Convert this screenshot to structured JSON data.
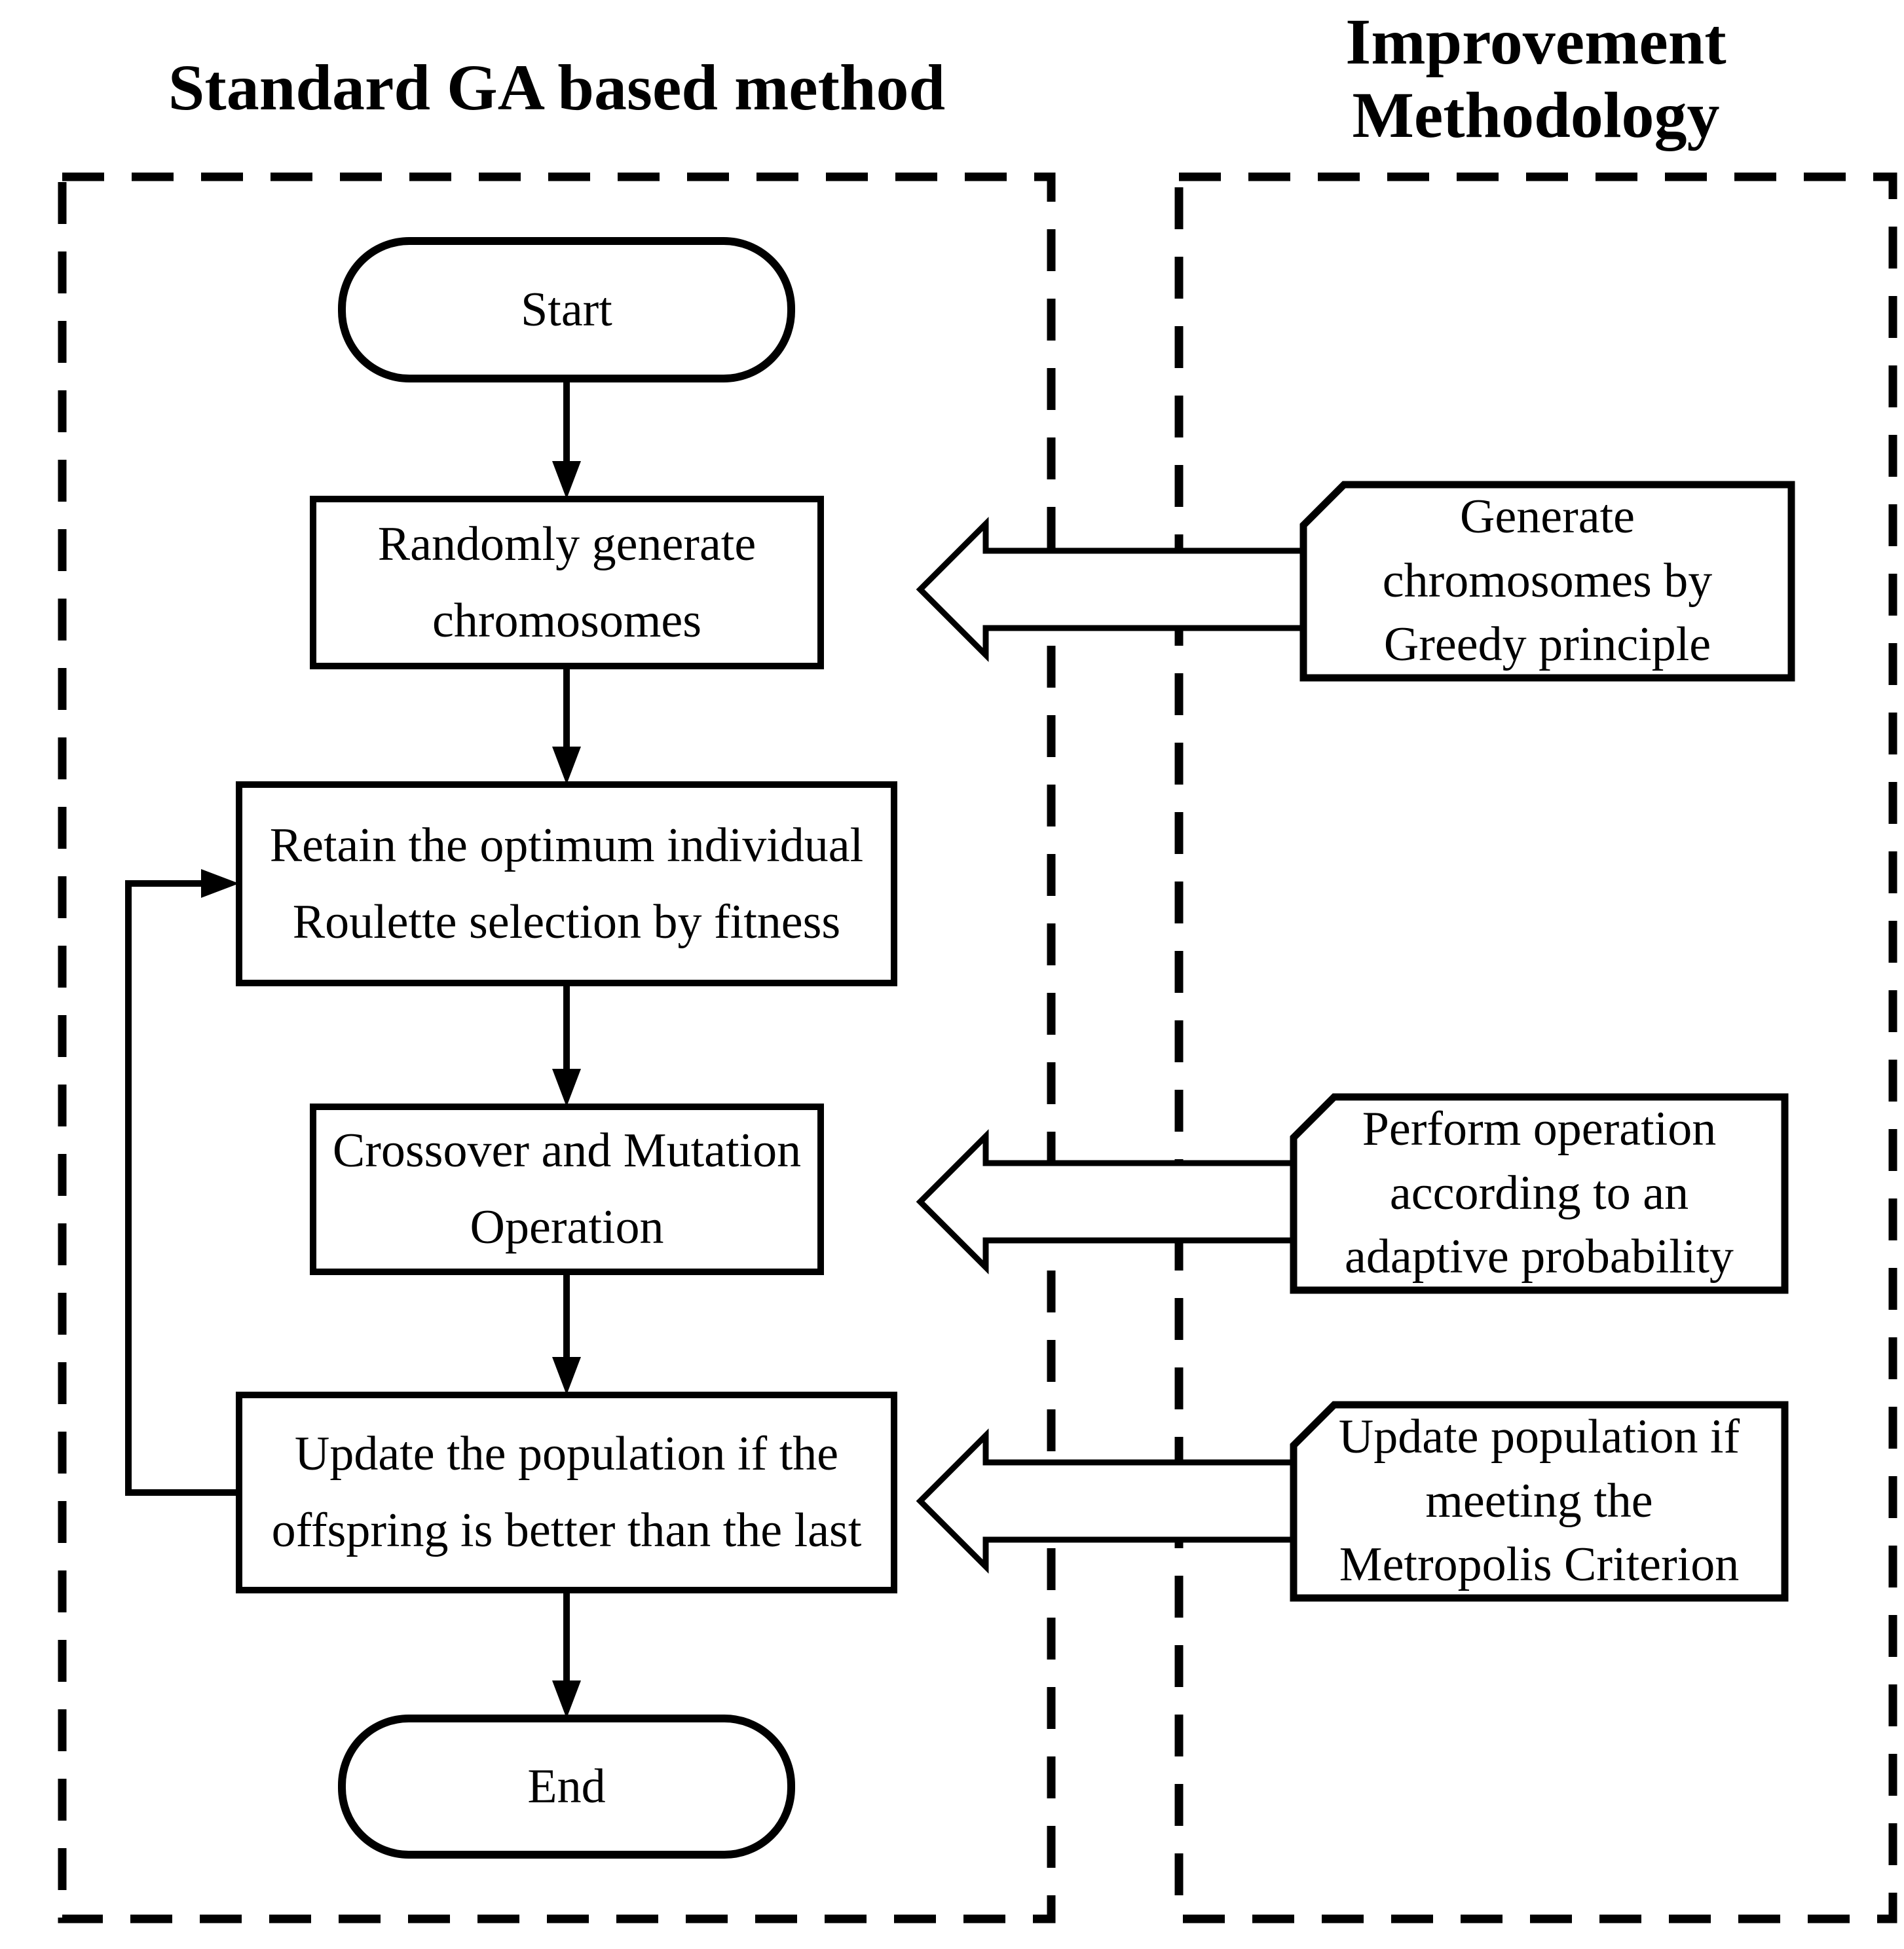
{
  "page": {
    "background_color": "#ffffff",
    "line_color": "#000000"
  },
  "titles": {
    "left": "Standard GA based method",
    "right": "Improvement\nMethodology"
  },
  "flowchart": {
    "start": "Start",
    "generate": "Randomly generate\nchromosomes",
    "retain": "Retain the optimum individual\nRoulette selection by fitness",
    "crossover": "Crossover and Mutation\nOperation",
    "update": "Update the population if the\noffspring is better than the last",
    "end": "End"
  },
  "improvements": {
    "greedy": "Generate\nchromosomes by\nGreedy principle",
    "adaptive": "Perform operation\naccording to an\nadaptive probability",
    "metropolis": "Update population if\nmeeting the\nMetropolis Criterion"
  }
}
